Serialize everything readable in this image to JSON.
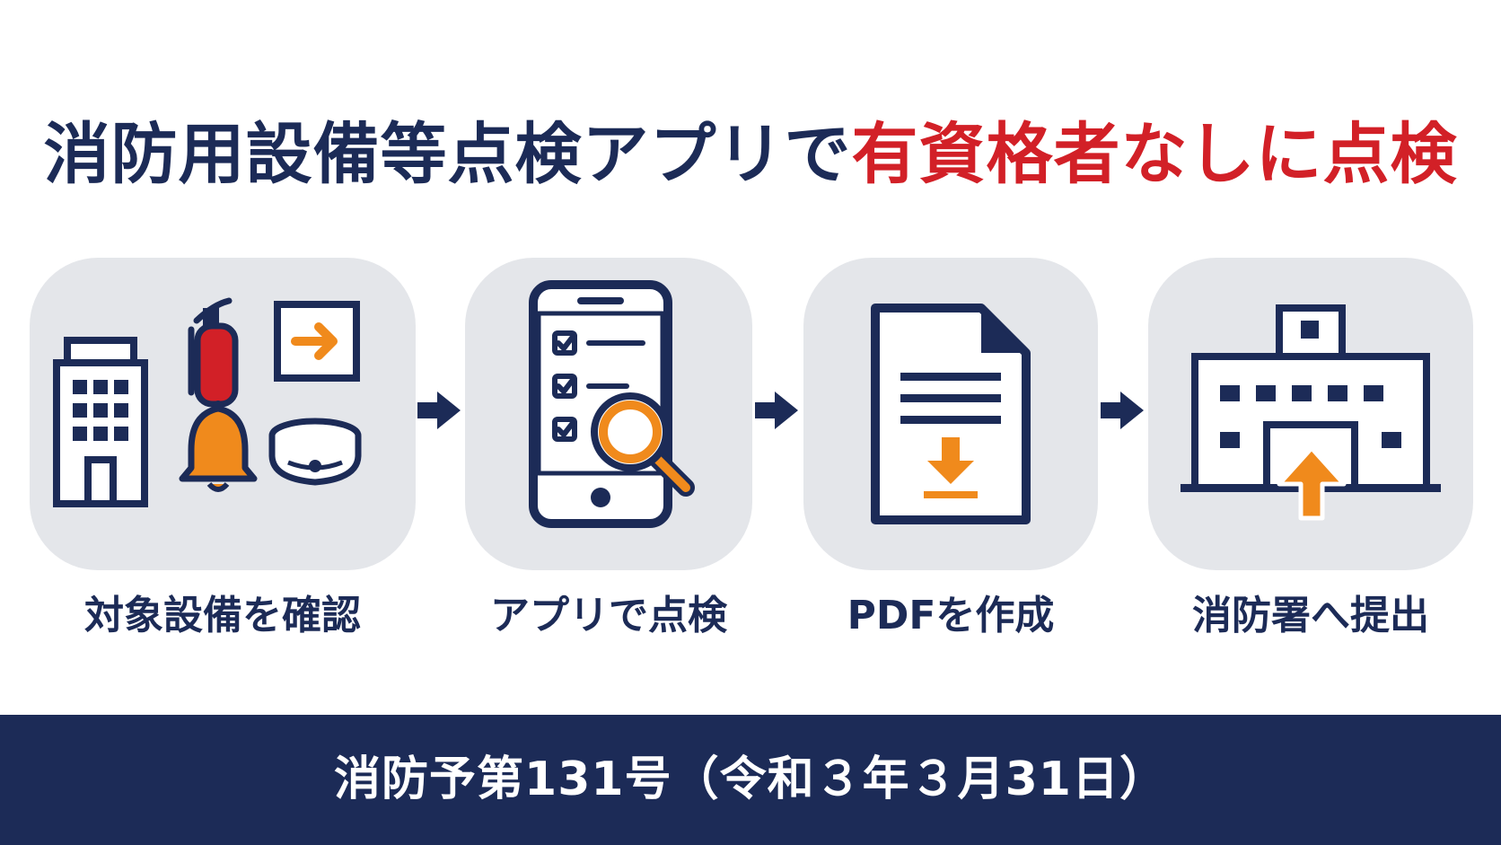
{
  "header": {
    "title_main": "消防用設備等点検アプリで",
    "title_highlight": "有資格者なしに点検"
  },
  "steps": [
    {
      "label": "対象設備を確認",
      "icons": [
        "building-icon",
        "fire-extinguisher-icon",
        "exit-sign-icon",
        "alarm-bell-icon",
        "smoke-detector-icon"
      ]
    },
    {
      "label": "アプリで点検",
      "icons": [
        "smartphone-checklist-icon",
        "magnifier-icon"
      ]
    },
    {
      "label": "PDFを作成",
      "icons": [
        "pdf-document-icon",
        "download-icon"
      ]
    },
    {
      "label": "消防署へ提出",
      "icons": [
        "fire-station-icon",
        "upload-arrow-icon"
      ]
    }
  ],
  "footer": {
    "reference": "消防予第131号（令和３年３月31日）"
  },
  "colors": {
    "navy": "#1c2b57",
    "red": "#d22027",
    "orange": "#f08a1c",
    "panel": "#e4e6ea",
    "white": "#ffffff"
  }
}
